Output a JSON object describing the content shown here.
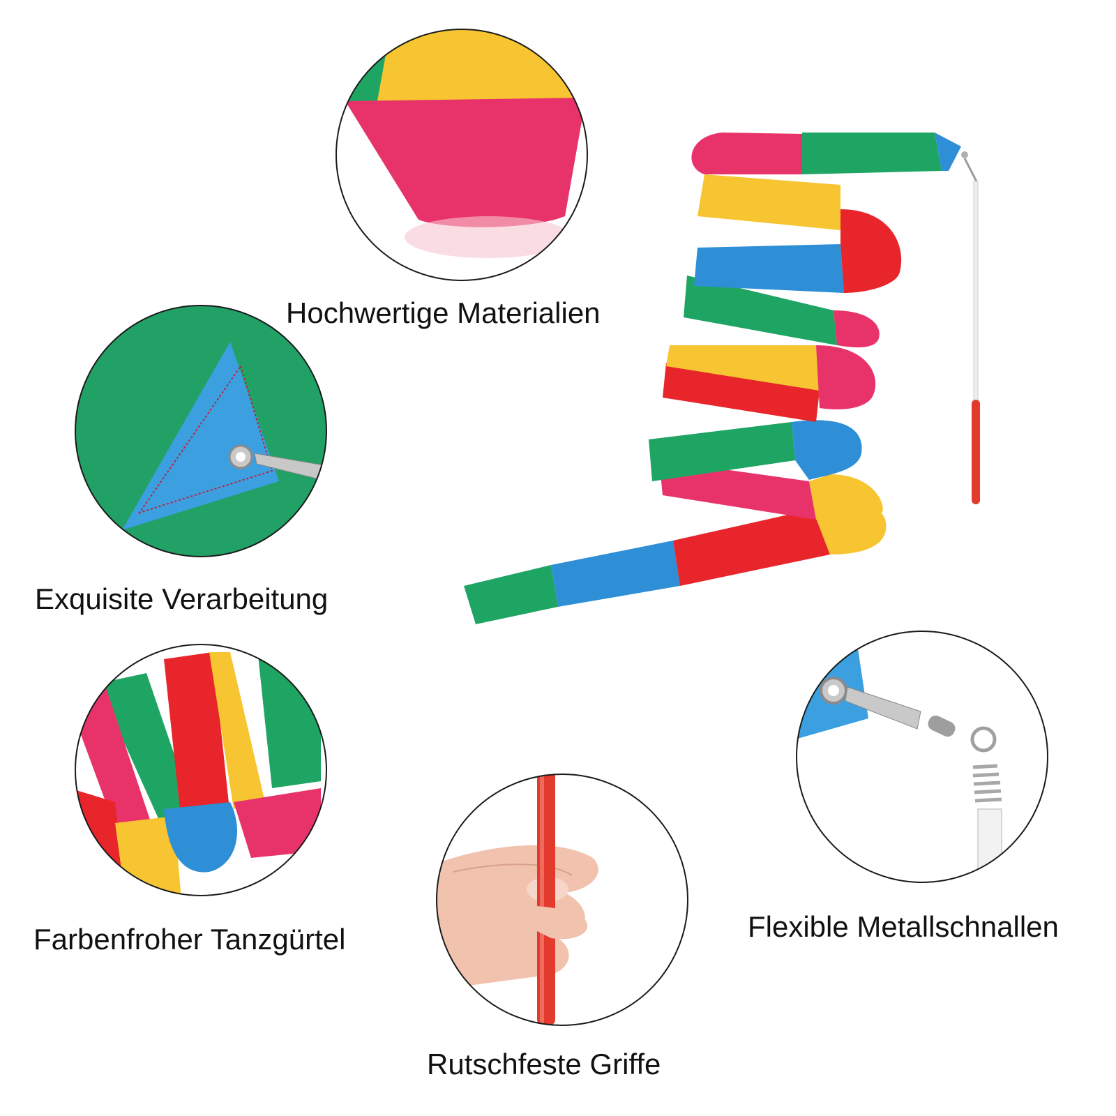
{
  "captions": {
    "materials": "Hochwertige Materialien",
    "workmanship": "Exquisite Verarbeitung",
    "belt": "Farbenfroher Tanzgürtel",
    "clasps": "Flexible Metallschnallen",
    "grips": "Rutschfeste Griffe"
  },
  "colors": {
    "ribbon_red": "#e8252a",
    "ribbon_pink": "#e8336a",
    "ribbon_yellow": "#f7c531",
    "ribbon_green": "#1fa563",
    "ribbon_blue": "#2e8fd6",
    "handle_red": "#e23a2c",
    "circle_border": "#1a1a1a"
  }
}
